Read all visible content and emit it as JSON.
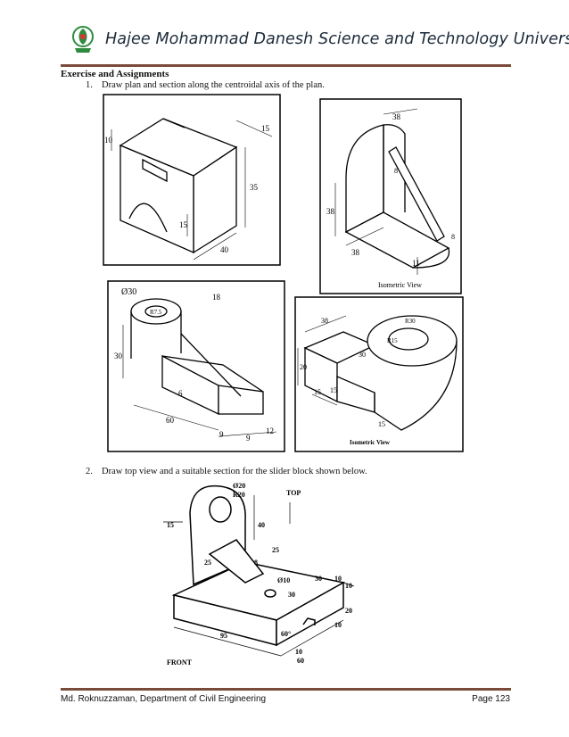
{
  "header": {
    "title": "Hajee Mohammad Danesh Science and Technology University"
  },
  "section": {
    "heading": "Exercise and Assignments",
    "items": [
      {
        "num": "1.",
        "text": "Draw plan and section along the centroidal axis of the plan."
      },
      {
        "num": "2.",
        "text": "Draw top view and a suitable section for the slider block shown below."
      }
    ]
  },
  "figures": {
    "fig1": {
      "dims": [
        "10",
        "15",
        "35",
        "15",
        "40"
      ]
    },
    "fig2": {
      "dims": [
        "38",
        "8",
        "8",
        "38",
        "38",
        "11"
      ],
      "caption": "Isometric View"
    },
    "fig3": {
      "dims": [
        "Ø30",
        "R7.5",
        "18",
        "30",
        "6",
        "60",
        "9",
        "9",
        "12"
      ]
    },
    "fig4": {
      "dims": [
        "38",
        "R30",
        "R15",
        "20",
        "30",
        "15",
        "15",
        "15"
      ],
      "caption": "Isometric View"
    },
    "fig5": {
      "dims": [
        "Ø20",
        "R20",
        "TOP",
        "15",
        "40",
        "25",
        "25",
        "8",
        "Ø10",
        "30",
        "10",
        "10",
        "30",
        "20",
        "95",
        "60°",
        "10",
        "10",
        "60",
        "FRONT"
      ]
    }
  },
  "footer": {
    "author": "Md. Roknuzzaman, Department of Civil Engineering",
    "page": "Page 123"
  },
  "colors": {
    "rule": "#7a4a3a",
    "title": "#1b2b3a",
    "logo_green": "#2e8b3e"
  }
}
